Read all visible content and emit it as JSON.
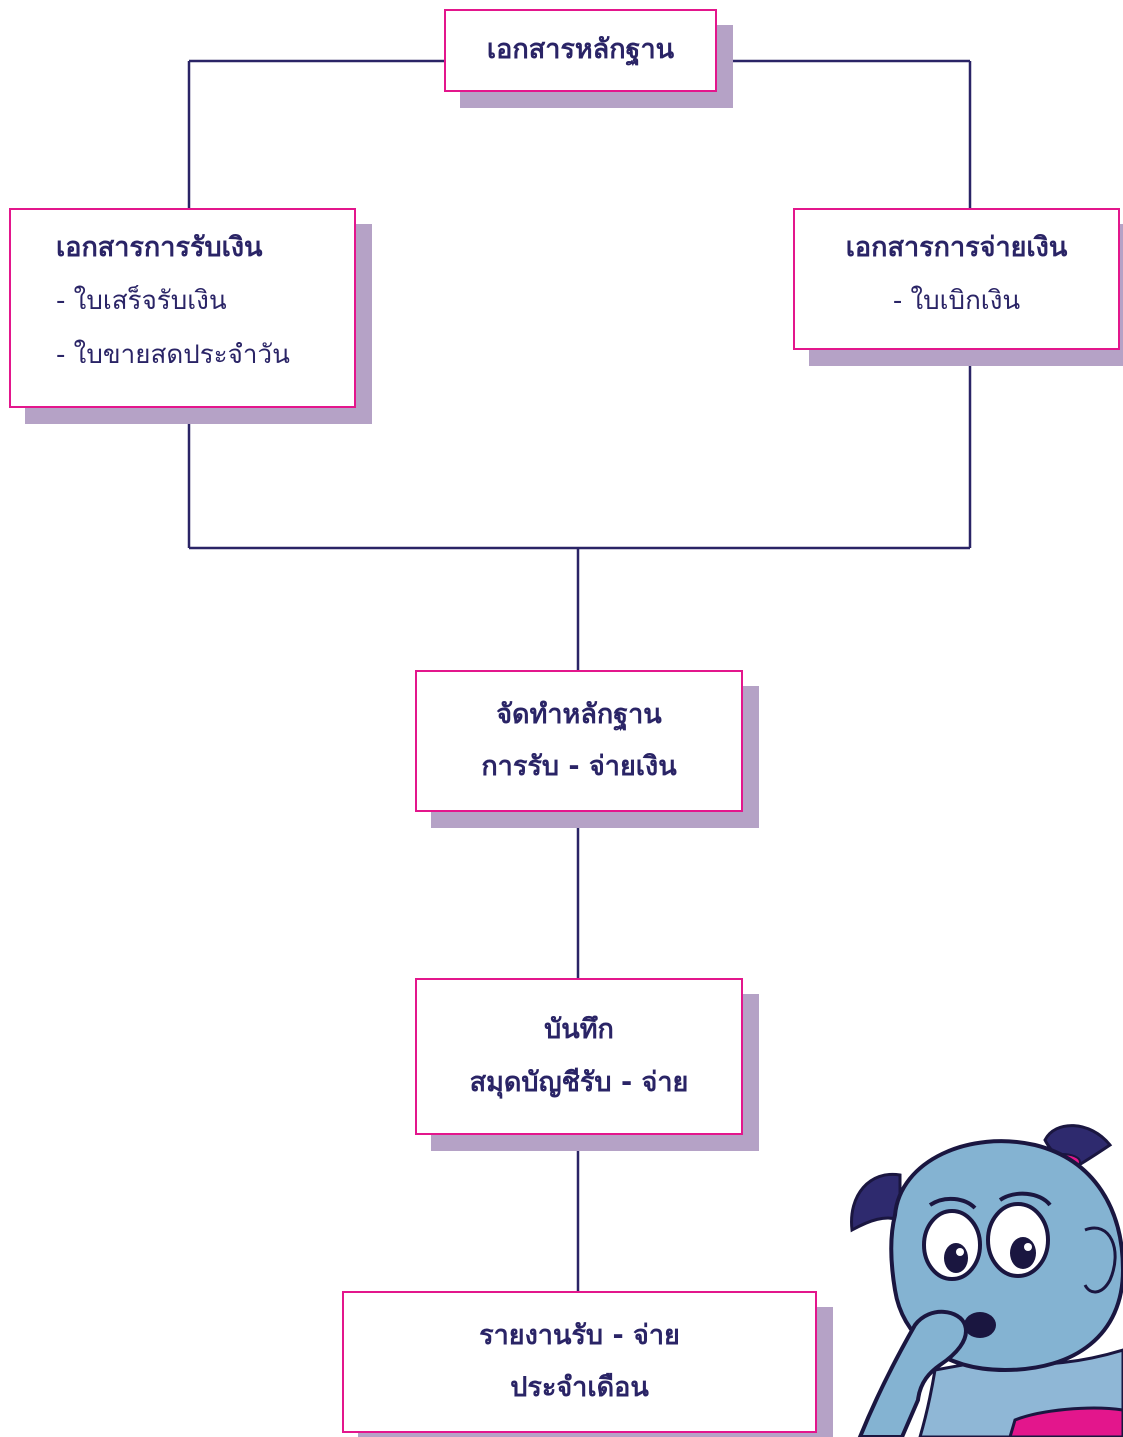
{
  "diagram": {
    "top": {
      "title": "เอกสารหลักฐาน"
    },
    "left": {
      "title": "เอกสารการรับเงิน",
      "items": [
        "- ใบเสร็จรับเงิน",
        "- ใบขายสดประจำวัน"
      ]
    },
    "right": {
      "title": "เอกสารการจ่ายเงิน",
      "items": [
        "- ใบเบิกเงิน"
      ]
    },
    "step1": {
      "line1": "จัดทำหลักฐาน",
      "line2": "การรับ - จ่ายเงิน"
    },
    "step2": {
      "line1": "บันทึก",
      "line2": "สมุดบัญชีรับ - จ่าย"
    },
    "step3": {
      "line1": "รายงานรับ - จ่าย",
      "line2": "ประจำเดือน"
    }
  },
  "colors": {
    "box_border": "#e3168c",
    "box_shadow": "#b5a2c6",
    "connector": "#2a2466",
    "text": "#2a2466"
  }
}
